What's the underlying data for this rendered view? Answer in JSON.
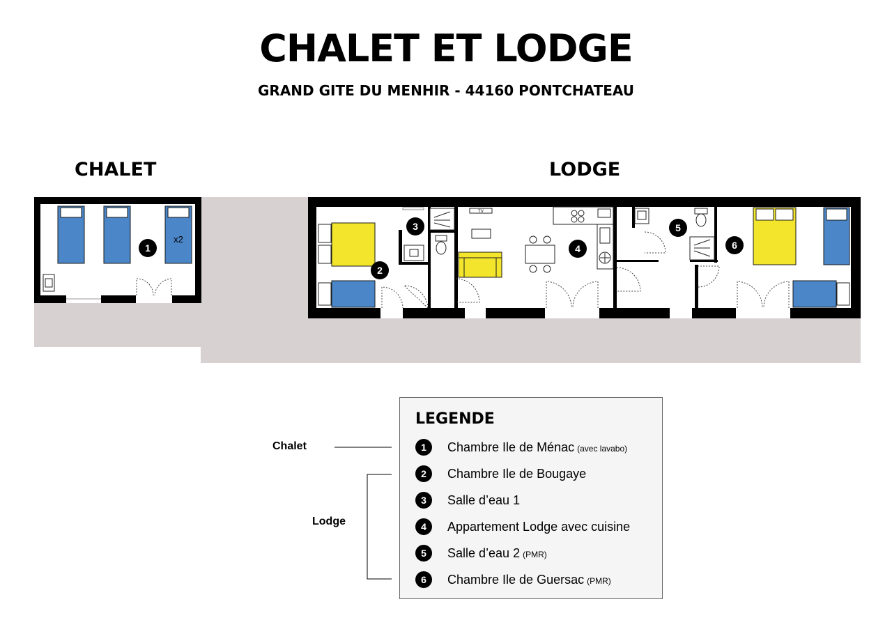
{
  "header": {
    "title": "CHALET ET LODGE",
    "subtitle": "GRAND GITE DU MENHIR - 44160 PONTCHATEAU"
  },
  "sections": {
    "chalet": "CHALET",
    "lodge": "LODGE"
  },
  "plan": {
    "rooms": [
      {
        "number": "1"
      },
      {
        "number": "2"
      },
      {
        "number": "3"
      },
      {
        "number": "4"
      },
      {
        "number": "5"
      },
      {
        "number": "6"
      }
    ],
    "bed_multiplier": "x2",
    "tv_label": "TV",
    "colors": {
      "wall": "#000000",
      "single_bed": "#4a86c8",
      "double_bed": "#f2e52c",
      "sofa": "#f2e52c",
      "terrace": "#d7d1d2",
      "floor": "#ffffff"
    }
  },
  "legend": {
    "title": "LEGENDE",
    "groups": {
      "chalet": "Chalet",
      "lodge": "Lodge"
    },
    "items": [
      {
        "number": "1",
        "label": "Chambre Ile de Ménac",
        "note": "(avec lavabo)"
      },
      {
        "number": "2",
        "label": "Chambre Ile de Bougaye",
        "note": ""
      },
      {
        "number": "3",
        "label": "Salle d’eau 1",
        "note": ""
      },
      {
        "number": "4",
        "label": "Appartement Lodge avec cuisine",
        "note": ""
      },
      {
        "number": "5",
        "label": "Salle d’eau 2",
        "note": "(PMR)"
      },
      {
        "number": "6",
        "label": "Chambre Ile de Guersac",
        "note": "(PMR)"
      }
    ]
  }
}
